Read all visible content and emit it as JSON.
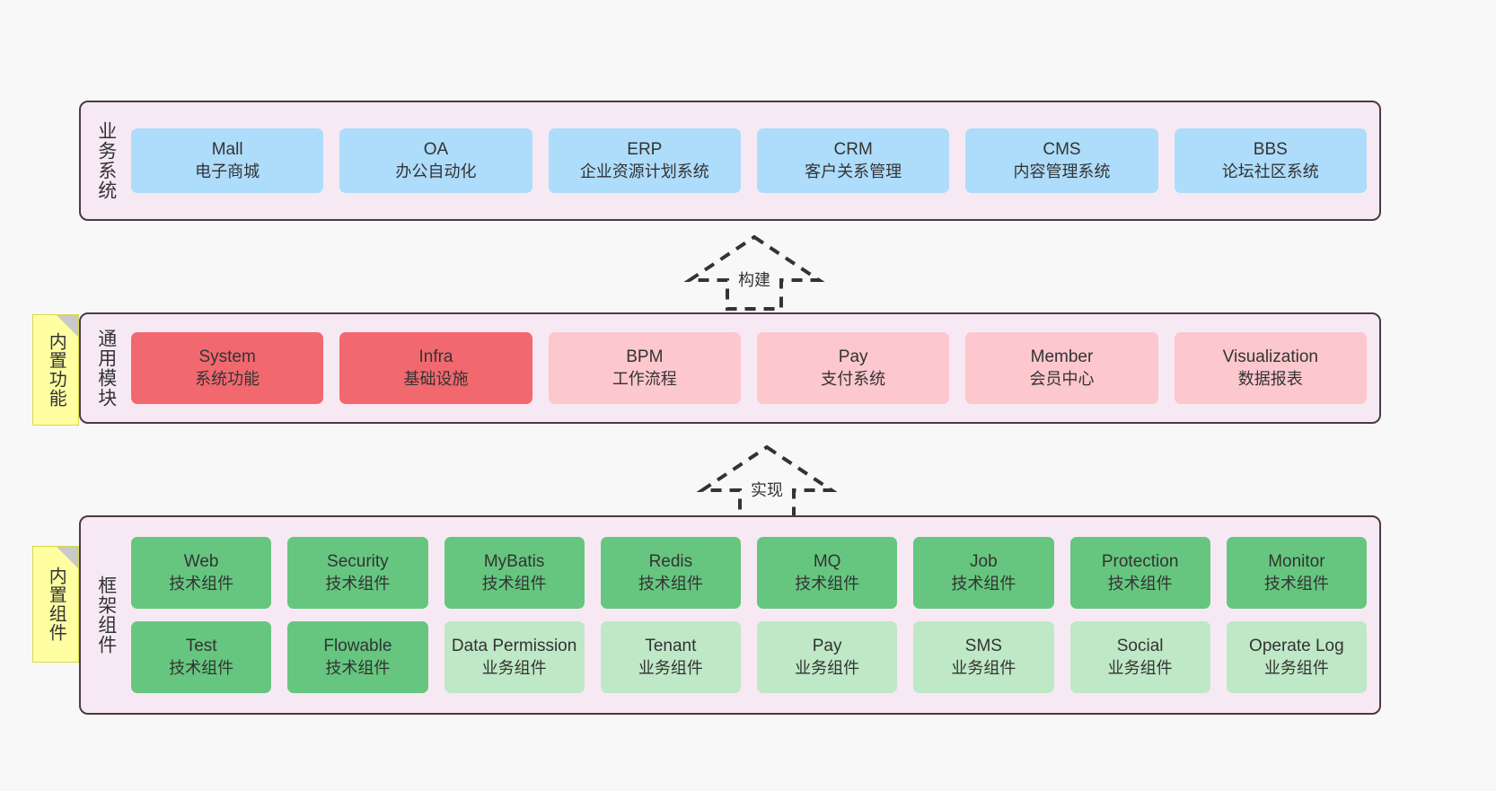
{
  "colors": {
    "panel_bg": "#f7e9f4",
    "panel_border": "#4a3b44",
    "business_card": "#aedcfb",
    "module_strong": "#f2686f",
    "module_soft": "#fcc7cd",
    "tech_component": "#66c67f",
    "biz_component": "#bfe8c6",
    "note_bg": "#ffffa2",
    "canvas_bg": "#f8f8f8"
  },
  "layers": [
    {
      "id": "business",
      "title": "业务系统",
      "rows": [
        {
          "cards": [
            {
              "name": "Mall",
              "desc": "电子商城"
            },
            {
              "name": "OA",
              "desc": "办公自动化"
            },
            {
              "name": "ERP",
              "desc": "企业资源计划系统"
            },
            {
              "name": "CRM",
              "desc": "客户关系管理"
            },
            {
              "name": "CMS",
              "desc": "内容管理系统"
            },
            {
              "name": "BBS",
              "desc": "论坛社区系统"
            }
          ]
        }
      ]
    },
    {
      "id": "common",
      "title": "通用模块",
      "rows": [
        {
          "cards": [
            {
              "name": "System",
              "desc": "系统功能"
            },
            {
              "name": "Infra",
              "desc": "基础设施"
            },
            {
              "name": "BPM",
              "desc": "工作流程"
            },
            {
              "name": "Pay",
              "desc": "支付系统"
            },
            {
              "name": "Member",
              "desc": "会员中心"
            },
            {
              "name": "Visualization",
              "desc": "数据报表"
            }
          ]
        }
      ]
    },
    {
      "id": "framework",
      "title": "框架组件",
      "rows": [
        {
          "cards": [
            {
              "name": "Web",
              "desc": "技术组件"
            },
            {
              "name": "Security",
              "desc": "技术组件"
            },
            {
              "name": "MyBatis",
              "desc": "技术组件"
            },
            {
              "name": "Redis",
              "desc": "技术组件"
            },
            {
              "name": "MQ",
              "desc": "技术组件"
            },
            {
              "name": "Job",
              "desc": "技术组件"
            },
            {
              "name": "Protection",
              "desc": "技术组件"
            },
            {
              "name": "Monitor",
              "desc": "技术组件"
            }
          ]
        },
        {
          "cards": [
            {
              "name": "Test",
              "desc": "技术组件"
            },
            {
              "name": "Flowable",
              "desc": "技术组件"
            },
            {
              "name": "Data Permission",
              "desc": "业务组件"
            },
            {
              "name": "Tenant",
              "desc": "业务组件"
            },
            {
              "name": "Pay",
              "desc": "业务组件"
            },
            {
              "name": "SMS",
              "desc": "业务组件"
            },
            {
              "name": "Social",
              "desc": "业务组件"
            },
            {
              "name": "Operate Log",
              "desc": "业务组件"
            }
          ]
        }
      ]
    }
  ],
  "notes": [
    {
      "id": "functions",
      "label": "内置功能"
    },
    {
      "id": "components",
      "label": "内置组件"
    }
  ],
  "arrows": [
    {
      "id": "build",
      "label": "构建"
    },
    {
      "id": "impl",
      "label": "实现"
    }
  ]
}
